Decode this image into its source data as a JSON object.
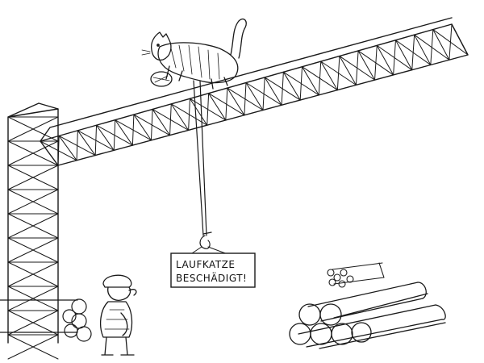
{
  "cartoon": {
    "sign": {
      "line1": "LAUFKATZE",
      "line2": "BESCHÄDIGT!"
    }
  },
  "colors": {
    "ink": "#1a1a1a",
    "paper": "#ffffff"
  },
  "figures": [
    "gantry-crane",
    "cat-on-crane-girder",
    "crane-rope-and-hook",
    "hanging-sign",
    "worker",
    "log-pile-left",
    "log-pile-right",
    "small-log-bundle"
  ]
}
